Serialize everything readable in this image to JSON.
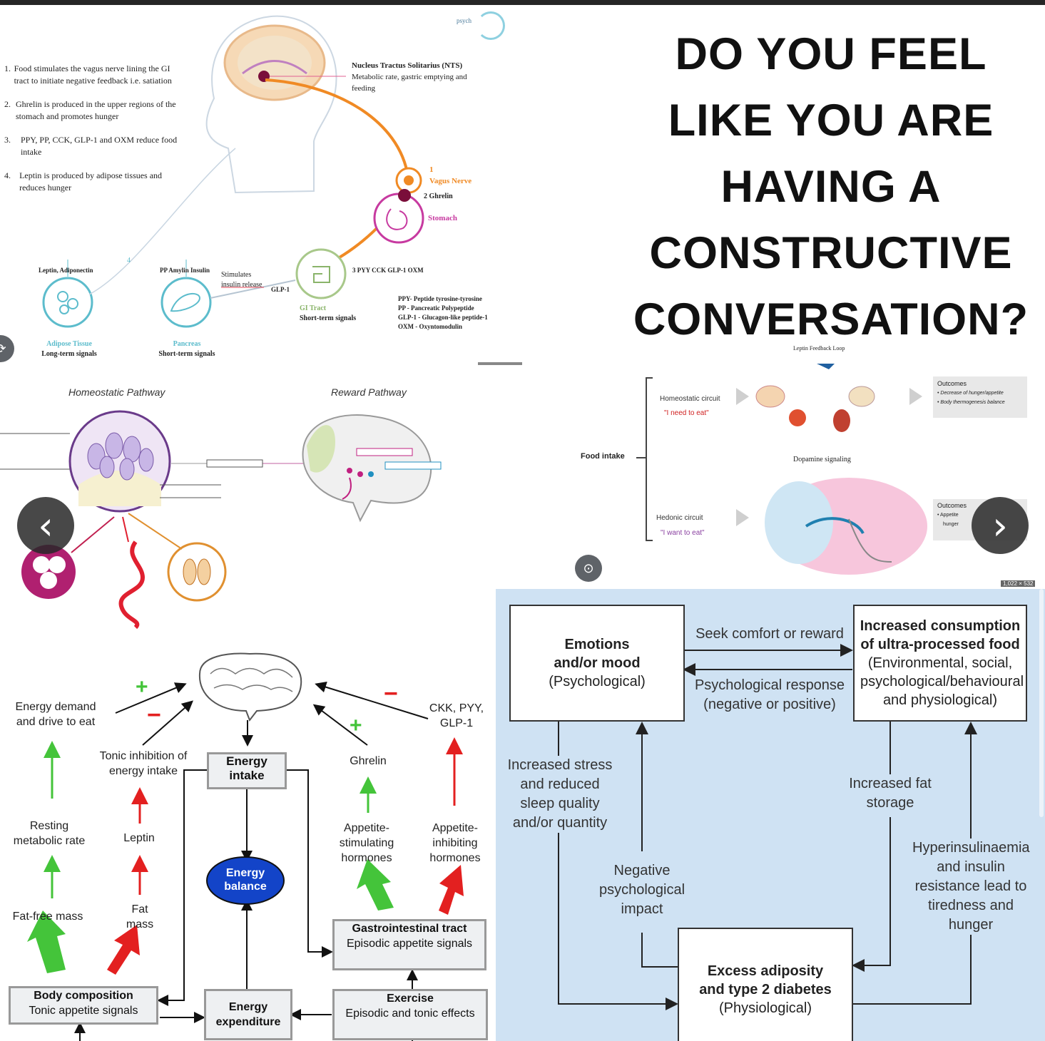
{
  "headline": [
    "DO YOU FEEL",
    "LIKE YOU ARE",
    "HAVING A",
    "CONSTRUCTIVE",
    "CONVERSATION?"
  ],
  "tile1": {
    "logo": "psych",
    "numbered_items": [
      {
        "num": "1.",
        "text": "Food stimulates the vagus nerve lining the GI tract to initiate negative feedback i.e. satiation"
      },
      {
        "num": "2.",
        "text": "Ghrelin is produced in the upper regions of the stomach and promotes hunger"
      },
      {
        "num": "3.",
        "text": "PPY, PP, CCK, GLP-1 and OXM reduce food intake"
      },
      {
        "num": "4.",
        "text": "Leptin is produced by adipose tissues and reduces hunger"
      }
    ],
    "nts": {
      "title": "Nucleus Tractus Solitarius (NTS)",
      "text": "Metabolic rate, gastric emptying and feeding"
    },
    "vagus": "Vagus Nerve",
    "vagus_num": "1",
    "ghrelin": "2 Ghrelin",
    "stomach": "Stomach",
    "pyy_line": "3 PYY CCK GLP-1 OXM",
    "leptin_label": "Leptin, Adiponectin",
    "num4": "4",
    "pp_label": "PP Amylin Insulin",
    "stimulates": "Stimulates insulin release",
    "glp1": "GLP-1",
    "adipose_title": "Adipose Tissue",
    "adipose_sub": "Long-term signals",
    "pancreas_title": "Pancreas",
    "pancreas_sub": "Short-term signals",
    "gi_title": "GI Tract",
    "gi_sub": "Short-term signals",
    "legend": [
      "PPY- Peptide tyrosine-tyrosine",
      "PP - Pancreatic Polypeptide",
      "GLP-1 - Glucagon-like peptide-1",
      "OXM - Oxyntomodulin"
    ]
  },
  "tile2": {
    "homeostatic": "Homeostatic Pathway",
    "reward": "Reward Pathway"
  },
  "tile3": {
    "top_label": "Leptin Feedback Loop",
    "homeostatic_circuit": "Homeostatic circuit",
    "need": "\"I need to eat\"",
    "food_intake": "Food intake",
    "dopamine": "Dopamine signaling",
    "hedonic_circuit": "Hedonic circuit",
    "want": "\"I want to eat\"",
    "outcomes1": "Outcomes",
    "outcomes1_items": [
      "Decrease of hunger/appetite",
      "Body thermogenesis balance"
    ],
    "outcomes2": "Outcomes",
    "outcomes2_items": [
      "Appetite",
      "hunger"
    ],
    "size_badge": "1,022 × 532"
  },
  "tile4": {
    "energy_demand": "Energy demand and drive to eat",
    "plus": "+",
    "minus": "−",
    "tonic_inhibition": "Tonic inhibition of energy intake",
    "energy_intake": "Energy intake",
    "ghrelin": "Ghrelin",
    "ckk": "CKK, PYY, GLP-1",
    "resting": "Resting metabolic rate",
    "leptin": "Leptin",
    "energy_balance": "Energy balance",
    "appetite_stim": "Appetite-stimulating hormones",
    "appetite_inhib": "Appetite-inhibiting hormones",
    "fat_free": "Fat-free mass",
    "fat_mass": "Fat mass",
    "gi_title": "Gastrointestinal tract",
    "gi_sub": "Episodic appetite signals",
    "body_title": "Body composition",
    "body_sub": "Tonic appetite signals",
    "energy_expenditure": "Energy expenditure",
    "exercise_title": "Exercise",
    "exercise_sub": "Episodic and tonic effects"
  },
  "tile5": {
    "emotions_bold": "Emotions and/or mood",
    "emotions_sub": "(Psychological)",
    "seek": "Seek comfort or reward",
    "psych_response": "Psychological response (negative or positive)",
    "increased_bold": "Increased consumption of ultra-processed food",
    "increased_sub": "(Environmental, social, psychological/behavioural and physiological)",
    "stress": "Increased stress and reduced sleep quality and/or quantity",
    "fat_storage": "Increased fat storage",
    "negative": "Negative psychological impact",
    "hyper": "Hyperinsulinaemia and insulin resistance lead to tiredness and hunger",
    "excess_bold": "Excess adiposity and type 2 diabetes",
    "excess_sub": "(Physiological)"
  },
  "nav": {
    "prev": "‹",
    "next": "›"
  },
  "colors": {
    "blue_panel": "#cfe2f3",
    "orange": "#f08a24",
    "green": "#44c43a",
    "red": "#e32020",
    "balance": "#1344c8"
  }
}
